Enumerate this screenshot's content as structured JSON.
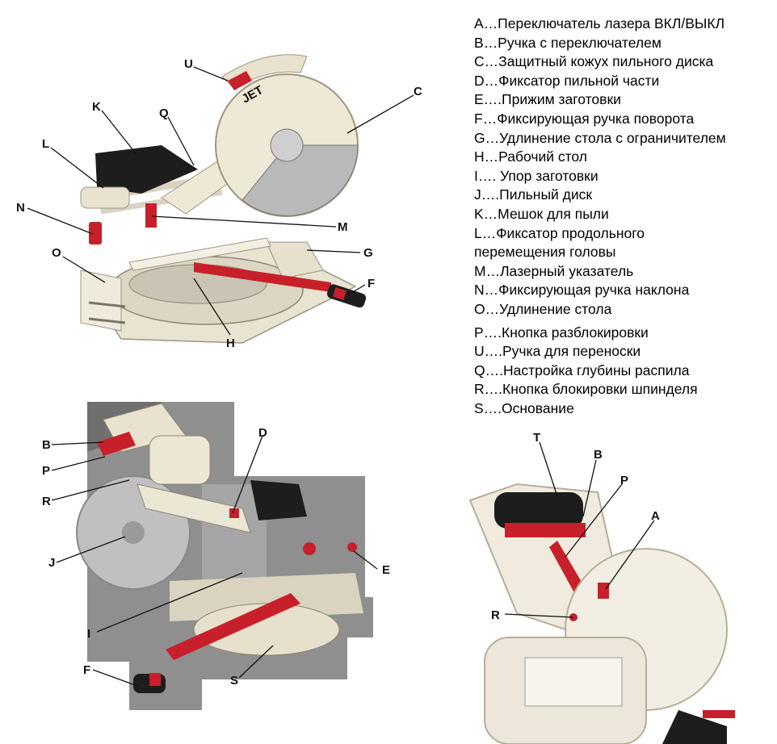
{
  "legend": [
    "A…Переключатель лазера ВКЛ/ВЫКЛ",
    "B…Ручка с переключателем",
    "C…Защитный кожух пильного диска",
    "D…Фиксатор пильной части",
    "E….Прижим  заготовки",
    "F…Фиксирующая ручка поворота",
    "G…Удлинение стола с ограничителем",
    "H…Рабочий стол",
    "I…. Упор заготовки",
    "J….Пильный диск",
    "K…Мешок для пыли",
    "L…Фиксатор продольного",
    "перемещения головы",
    "M…Лазерный указатель",
    "N…Фиксирующая ручка наклона",
    "O…Удлинение стола",
    "P….Кнопка разблокировки",
    "U….Ручка для переноски",
    "Q….Настройка глубины распила",
    "R….Кнопка блокировки шпинделя",
    "S….Основание"
  ],
  "callouts": {
    "top": [
      "U",
      "C",
      "K",
      "Q",
      "L",
      "N",
      "M",
      "G",
      "O",
      "F",
      "H"
    ],
    "bottom_left": [
      "B",
      "D",
      "P",
      "R",
      "J",
      "E",
      "I",
      "F",
      "S"
    ],
    "bottom_right": [
      "T",
      "B",
      "P",
      "A",
      "R"
    ]
  },
  "brand": {
    "logo": "JET"
  },
  "colors": {
    "body": "#ece6d4",
    "accent": "#c8202a",
    "dark": "#1d1d1d",
    "blade": "#b9b9b9",
    "photo_bg": "#8f8f8f"
  }
}
